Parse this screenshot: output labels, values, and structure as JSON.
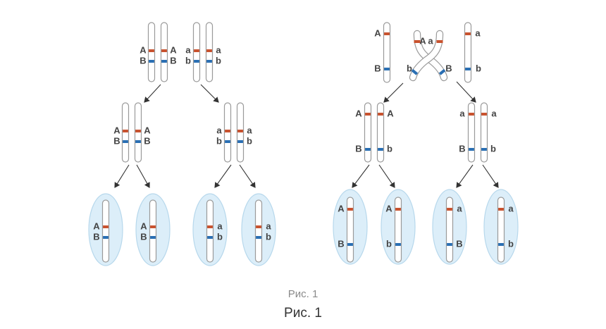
{
  "colors": {
    "allele_dominant": "#c8522e",
    "allele_recessive": "#2a6fb3",
    "chromosome_outline": "#9a9a9a",
    "chromosome_fill": "#ffffff",
    "cell_fill": "#dceef9",
    "cell_stroke": "#b7d8ec",
    "arrow": "#333333",
    "label": "#444444"
  },
  "labels": {
    "A": "A",
    "B": "B",
    "a": "a",
    "b": "b"
  },
  "captions": {
    "primary": "Рис. 1",
    "secondary": "Рис. 1"
  }
}
